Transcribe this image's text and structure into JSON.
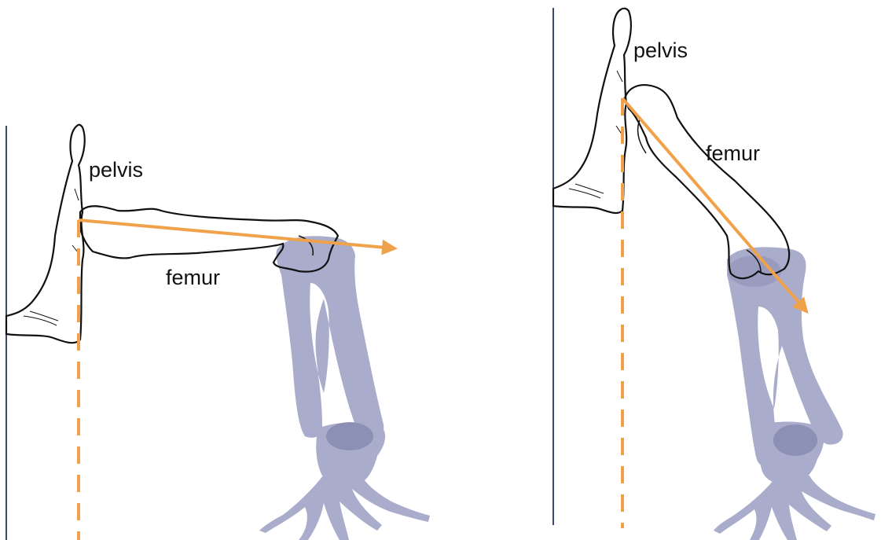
{
  "panels": [
    {
      "pelvis_label": "pelvis",
      "femur_label": "femur",
      "pose": "horizontal"
    },
    {
      "pelvis_label": "pelvis",
      "femur_label": "femur",
      "pose": "angled"
    }
  ],
  "colors": {
    "arrow": "#F0A24A",
    "lower_leg": "#A9ACCB",
    "lower_leg_overlap": "#8D90B5",
    "bone_outline": "#111111",
    "wall_line": "#3C4666"
  }
}
